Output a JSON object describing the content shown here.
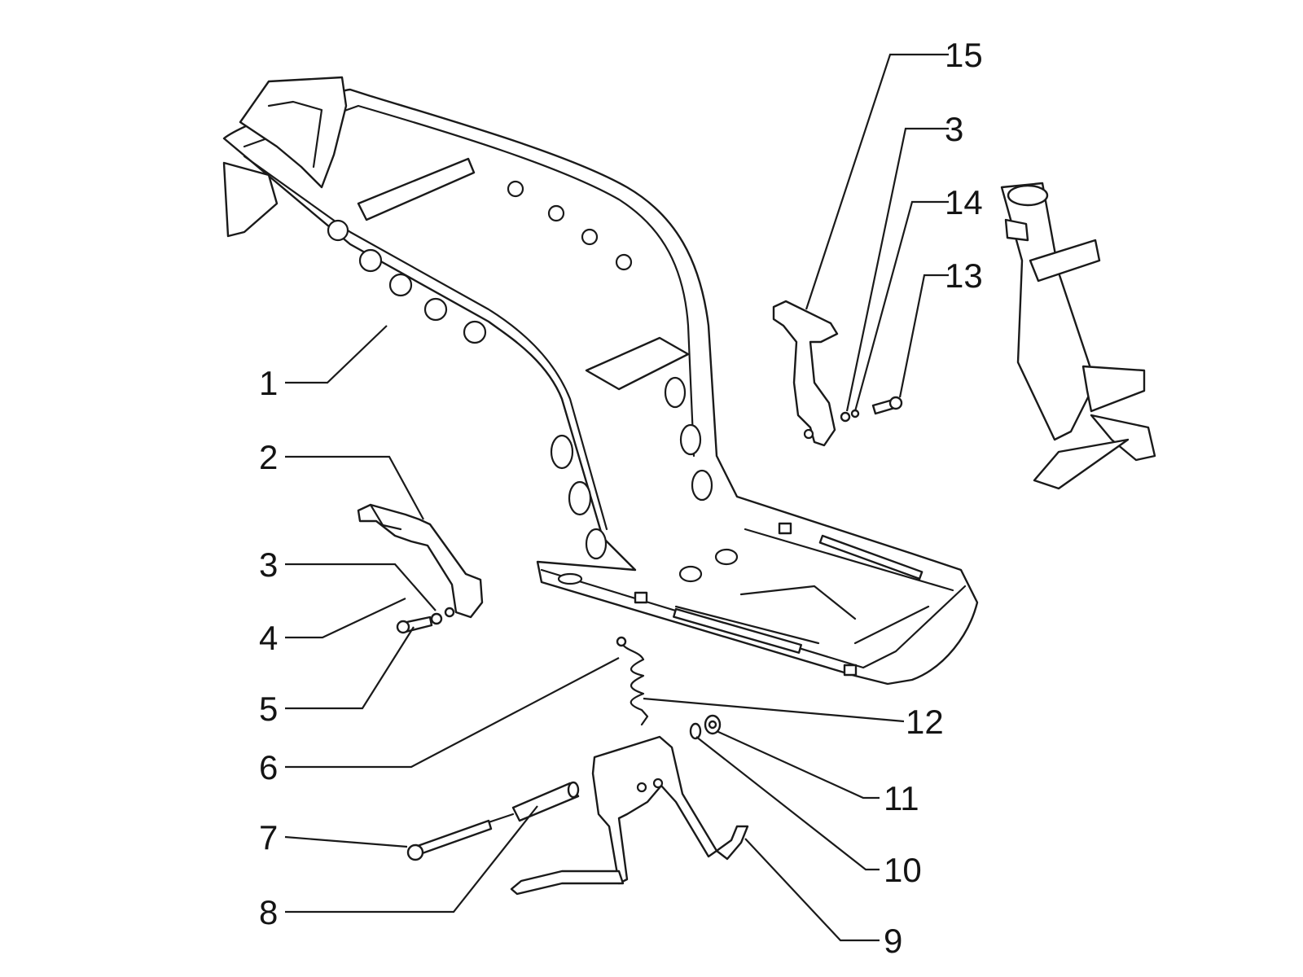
{
  "callouts": {
    "c1": "1",
    "c2": "2",
    "c3_left": "3",
    "c4": "4",
    "c5": "5",
    "c6": "6",
    "c7": "7",
    "c8": "8",
    "c9": "9",
    "c10": "10",
    "c11": "11",
    "c12": "12",
    "c13": "13",
    "c14": "14",
    "c3_right": "3",
    "c15": "15"
  }
}
